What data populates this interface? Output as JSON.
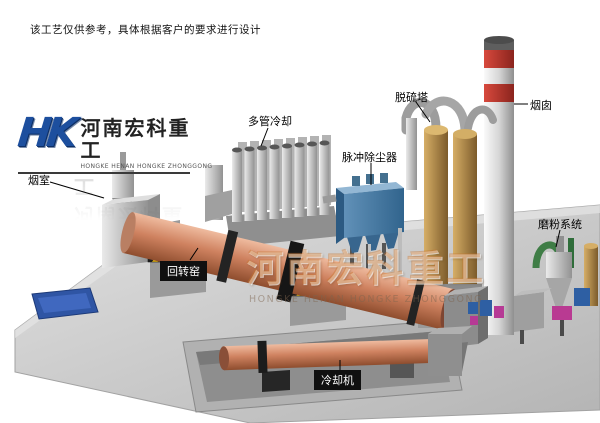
{
  "note": "该工艺仅供参考，具体根据客户的要求进行设计",
  "logo": {
    "mark": "HK",
    "company_cn": "河南宏科重工",
    "company_en": "HONGKE HENAN HONGKE ZHONGGONG"
  },
  "watermark": {
    "company_cn": "河南宏科重工",
    "company_en": "HONGKE HENAN HONGKE ZHONGGONG"
  },
  "labels": {
    "smoke_chamber": "烟室",
    "multi_tube_cooler": "多管冷却",
    "pulse_dust_collector": "脉冲除尘器",
    "desulfurization_tower": "脱硫塔",
    "chimney": "烟囱",
    "grinding_system": "磨粉系统",
    "rotary_kiln": "回转窑",
    "cooling_machine": "冷却机"
  },
  "colors": {
    "kiln_shell": "#cf8260",
    "dust_collector_blue": "#4d7ea6",
    "desulfurization_tan": "#b5904f",
    "chimney_band_red": "#b23028",
    "logo_blue": "#1d4f9e",
    "support_stripe_yellow": "#f4c20d",
    "ground_gray": "#c6c6c6"
  }
}
